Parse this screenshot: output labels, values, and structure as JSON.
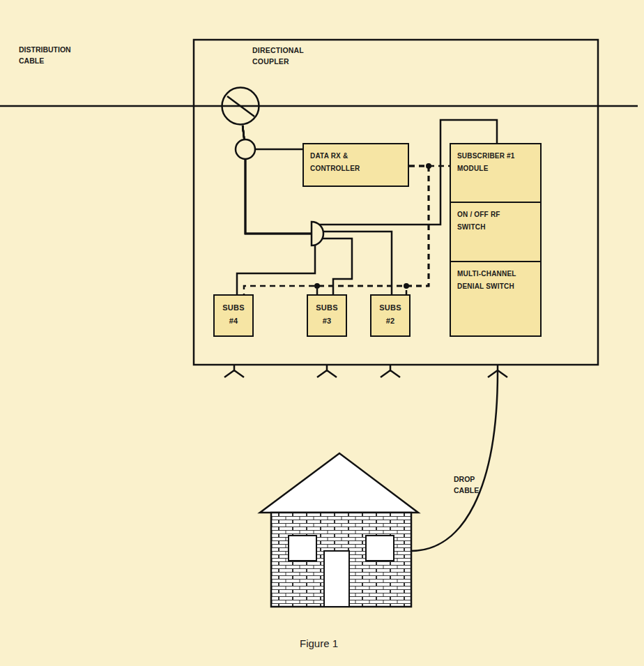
{
  "diagram": {
    "caption": "Figure 1",
    "nodes": [
      {
        "text": [
          "DIRECTIONAL COUPLER"
        ]
      },
      {
        "text": [
          "DATA RX & CONTROLLER"
        ]
      },
      {
        "text": [
          "SUBSCRIBER #1 MODULE"
        ]
      },
      {
        "text": [
          "ON / OFF RF SWITCH"
        ]
      },
      {
        "text": [
          "MULTI-CHANNEL DENIAL SWITCH"
        ]
      },
      {
        "text": [
          "SUBS #4"
        ]
      },
      {
        "text": [
          "SUBS #3"
        ]
      },
      {
        "text": [
          "SUBS #2"
        ]
      }
    ],
    "edges": [
      {
        "from": 0,
        "to": 1,
        "arrow": "none"
      },
      {
        "from": 0,
        "to": 2,
        "arrow": "none"
      },
      {
        "from": 0,
        "to": 5,
        "arrow": "none"
      },
      {
        "from": 0,
        "to": 6,
        "arrow": "none"
      },
      {
        "from": 0,
        "to": 7,
        "arrow": "none"
      },
      {
        "from": 1,
        "to": 2,
        "arrow": "none"
      },
      {
        "from": 1,
        "to": 5,
        "arrow": "none"
      },
      {
        "from": 1,
        "to": 6,
        "arrow": "none"
      },
      {
        "from": 1,
        "to": 7,
        "arrow": "none"
      }
    ],
    "labels": [
      "DISTRIBUTION CABLE",
      "DROP CABLE"
    ]
  }
}
